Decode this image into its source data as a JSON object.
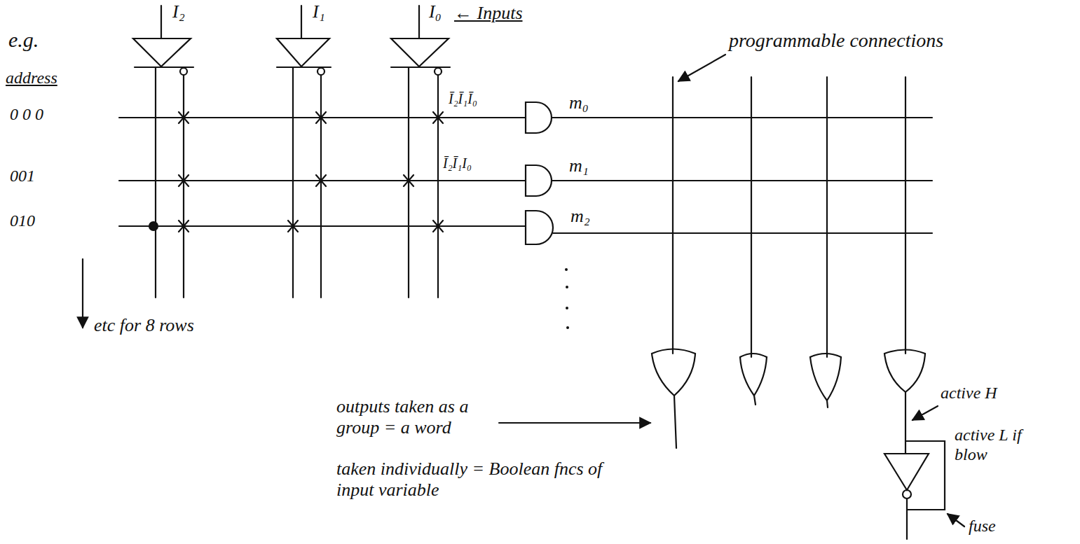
{
  "diagram": {
    "labels": [
      "e.g.",
      "I₂",
      "I₁",
      "I₀",
      "← Inputs",
      "programmable connections",
      "address",
      "0 0 0",
      "001",
      "010",
      "Ī₂Ī₁Ī₀",
      "m₀",
      "Ī₂Ī₁I₀",
      "m₁",
      "m₂",
      "etc for 8 rows",
      "outputs taken as a group = a word",
      "taken individually = Boolean fncs of input variable",
      "active H",
      "active L if blow",
      "fuse"
    ]
  }
}
